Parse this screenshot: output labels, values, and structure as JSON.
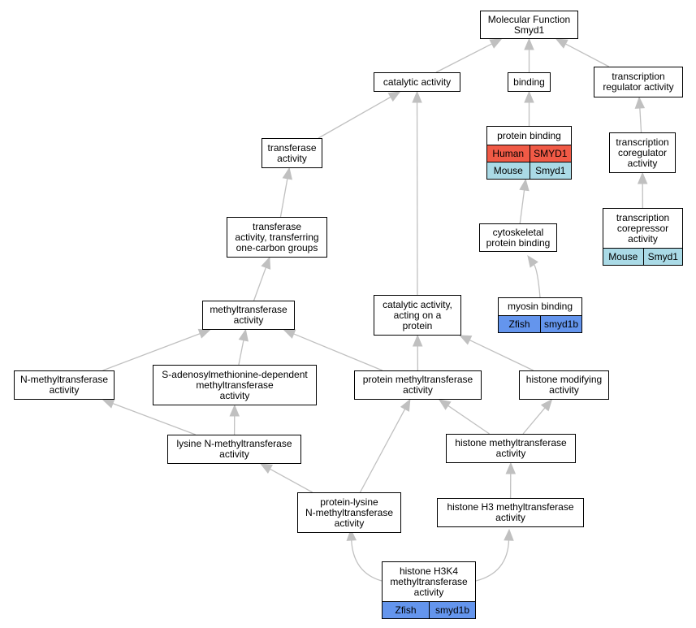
{
  "colors": {
    "edge": "#c0c0c0",
    "Human": "#f05a46",
    "Mouse": "#aadae6",
    "Zfish": "#6495ed"
  },
  "nodes": [
    {
      "id": "mf",
      "label": "Molecular Function\nSmyd1"
    },
    {
      "id": "catalytic",
      "label": "catalytic activity"
    },
    {
      "id": "binding",
      "label": "binding"
    },
    {
      "id": "txreg",
      "label": "transcription\nregulator activity"
    },
    {
      "id": "transferase",
      "label": "transferase\nactivity"
    },
    {
      "id": "protbind",
      "label": "protein binding",
      "genes": [
        {
          "species": "Human",
          "gene": "SMYD1"
        },
        {
          "species": "Mouse",
          "gene": "Smyd1"
        }
      ]
    },
    {
      "id": "txcoreg",
      "label": "transcription\ncoregulator\nactivity"
    },
    {
      "id": "onecarbon",
      "label": "transferase\nactivity, transferring\none-carbon groups"
    },
    {
      "id": "cytobind",
      "label": "cytoskeletal\nprotein binding"
    },
    {
      "id": "txcorep",
      "label": "transcription\ncorepressor\nactivity",
      "genes": [
        {
          "species": "Mouse",
          "gene": "Smyd1"
        }
      ]
    },
    {
      "id": "methyl",
      "label": "methyltransferase\nactivity"
    },
    {
      "id": "catprot",
      "label": "catalytic activity,\nacting on a\nprotein"
    },
    {
      "id": "myosin",
      "label": "myosin binding",
      "genes": [
        {
          "species": "Zfish",
          "gene": "smyd1b"
        }
      ]
    },
    {
      "id": "nmethyl",
      "label": "N-methyltransferase\nactivity"
    },
    {
      "id": "sam",
      "label": "S-adenosylmethionine-dependent\nmethyltransferase\nactivity"
    },
    {
      "id": "protmethyl",
      "label": "protein methyltransferase\nactivity"
    },
    {
      "id": "histmod",
      "label": "histone modifying\nactivity"
    },
    {
      "id": "lysn",
      "label": "lysine N-methyltransferase\nactivity"
    },
    {
      "id": "histmethyl",
      "label": "histone methyltransferase\nactivity"
    },
    {
      "id": "protlys",
      "label": "protein-lysine\nN-methyltransferase\nactivity"
    },
    {
      "id": "h3",
      "label": "histone H3 methyltransferase\nactivity"
    },
    {
      "id": "h3k4",
      "label": "histone H3K4\nmethyltransferase\nactivity",
      "genes": [
        {
          "species": "Zfish",
          "gene": "smyd1b"
        }
      ]
    }
  ],
  "edges": [
    {
      "from": "catalytic",
      "to": "mf"
    },
    {
      "from": "binding",
      "to": "mf"
    },
    {
      "from": "txreg",
      "to": "mf"
    },
    {
      "from": "transferase",
      "to": "catalytic"
    },
    {
      "from": "catprot",
      "to": "catalytic"
    },
    {
      "from": "protbind",
      "to": "binding"
    },
    {
      "from": "txcoreg",
      "to": "txreg"
    },
    {
      "from": "txcorep",
      "to": "txcoreg"
    },
    {
      "from": "onecarbon",
      "to": "transferase"
    },
    {
      "from": "cytobind",
      "to": "protbind"
    },
    {
      "from": "myosin",
      "to": "cytobind"
    },
    {
      "from": "methyl",
      "to": "onecarbon"
    },
    {
      "from": "nmethyl",
      "to": "methyl"
    },
    {
      "from": "sam",
      "to": "methyl"
    },
    {
      "from": "protmethyl",
      "to": "methyl"
    },
    {
      "from": "protmethyl",
      "to": "catprot"
    },
    {
      "from": "histmod",
      "to": "catprot"
    },
    {
      "from": "lysn",
      "to": "nmethyl"
    },
    {
      "from": "lysn",
      "to": "sam"
    },
    {
      "from": "histmethyl",
      "to": "protmethyl"
    },
    {
      "from": "histmethyl",
      "to": "histmod"
    },
    {
      "from": "protlys",
      "to": "lysn"
    },
    {
      "from": "protlys",
      "to": "protmethyl"
    },
    {
      "from": "h3",
      "to": "histmethyl"
    },
    {
      "from": "h3k4",
      "to": "protlys"
    },
    {
      "from": "h3k4",
      "to": "h3"
    }
  ]
}
